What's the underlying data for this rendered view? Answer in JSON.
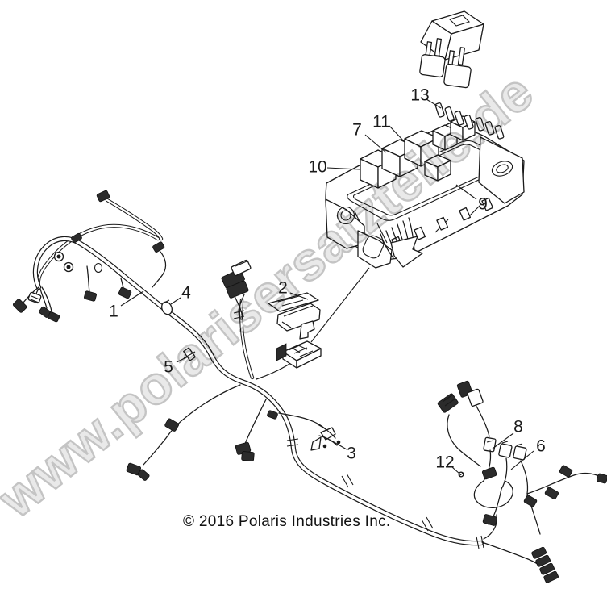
{
  "diagram": {
    "copyright": "© 2016 Polaris Industries Inc.",
    "watermark": "www.polarisersatzteile.de",
    "callouts": [
      {
        "label": "1"
      },
      {
        "label": "2"
      },
      {
        "label": "3"
      },
      {
        "label": "4"
      },
      {
        "label": "5"
      },
      {
        "label": "6"
      },
      {
        "label": "7"
      },
      {
        "label": "8"
      },
      {
        "label": "9"
      },
      {
        "label": "10"
      },
      {
        "label": "11"
      },
      {
        "label": "12"
      },
      {
        "label": "13"
      }
    ],
    "colors": {
      "line": "#1a1a1a",
      "background": "#ffffff",
      "watermark_fill": "#e9e9e9",
      "watermark_outline": "#c4c4c4"
    }
  }
}
